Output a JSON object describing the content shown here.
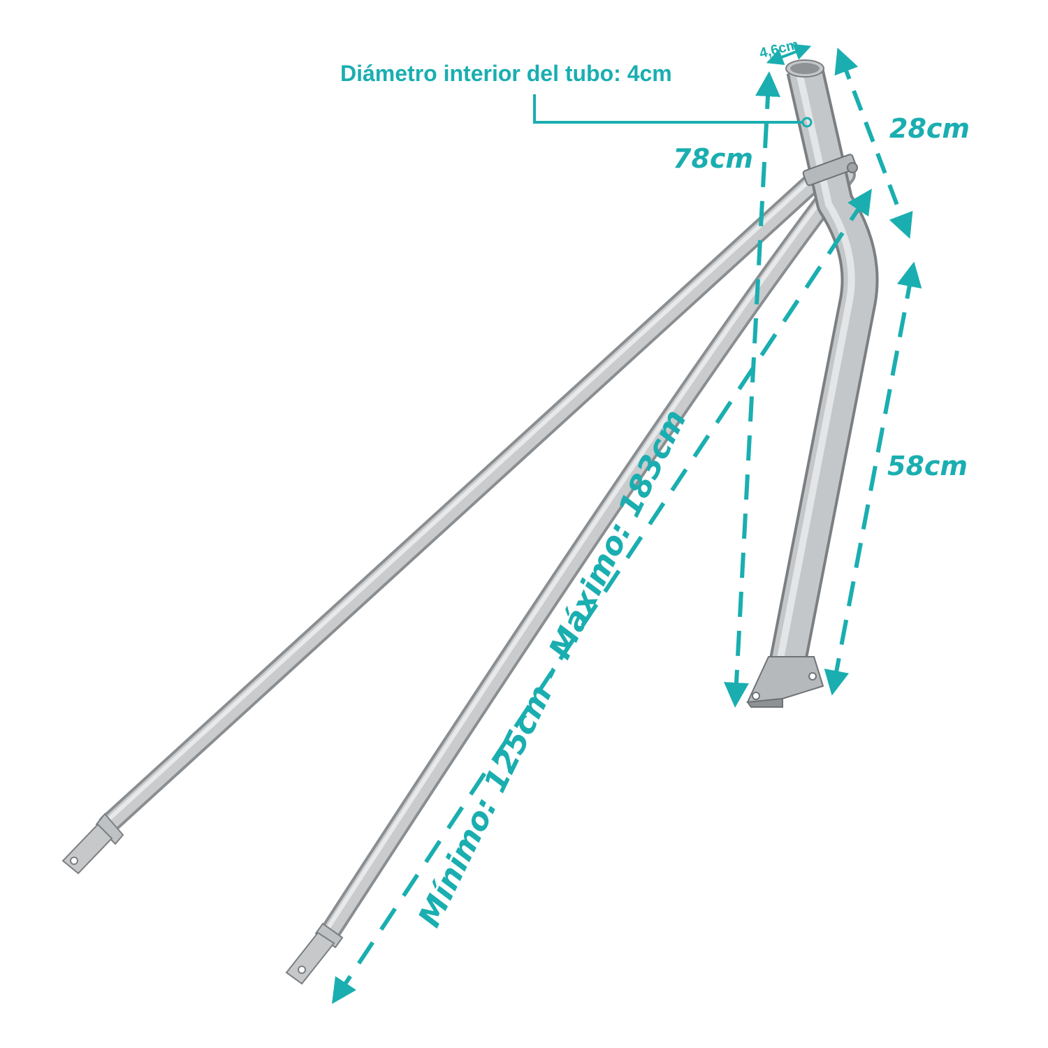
{
  "colors": {
    "accent": "#1aaeb0",
    "metal_light": "#d6d8da",
    "metal_mid": "#a9acae",
    "metal_dark": "#7b7f82"
  },
  "labels": {
    "inner_diameter": "Diámetro interior del tubo: 4cm",
    "outer_diameter": "4,6cm",
    "top_length": "28cm",
    "total_height": "78cm",
    "lower_length": "58cm",
    "strut_range": "Mínimo: 125cm - Máximo: 183cm"
  }
}
